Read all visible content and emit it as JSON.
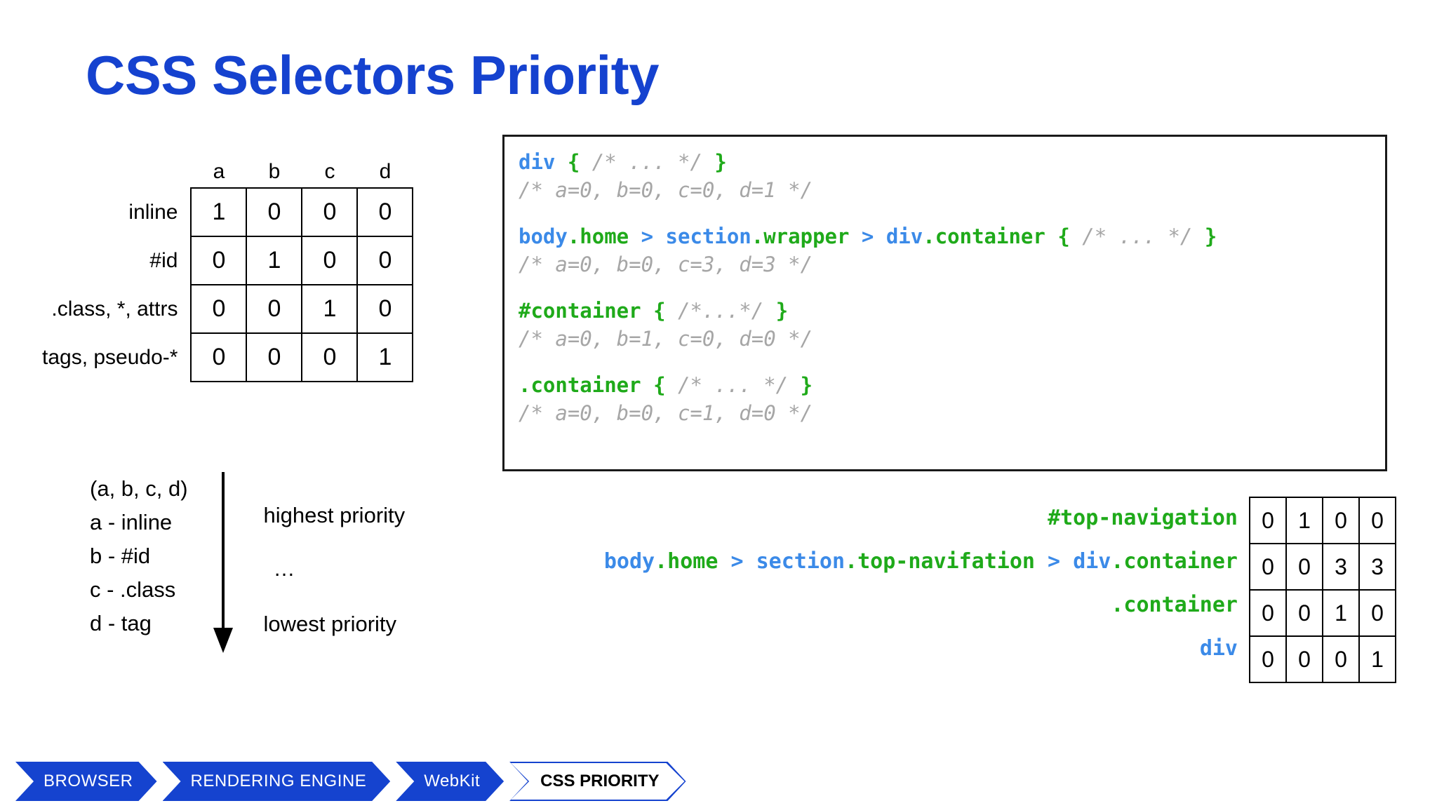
{
  "title": "CSS Selectors Priority",
  "matrix": {
    "column_headers": [
      "a",
      "b",
      "c",
      "d"
    ],
    "rows": [
      {
        "label": "inline",
        "values": [
          "1",
          "0",
          "0",
          "0"
        ]
      },
      {
        "label": "#id",
        "values": [
          "0",
          "1",
          "0",
          "0"
        ]
      },
      {
        "label": ".class, *, attrs",
        "values": [
          "0",
          "0",
          "1",
          "0"
        ]
      },
      {
        "label": "tags, pseudo-*",
        "values": [
          "0",
          "0",
          "0",
          "1"
        ]
      }
    ]
  },
  "legend": {
    "keys": [
      "(a, b, c, d)",
      "a - inline",
      "b - #id",
      "c - .class",
      "d - tag"
    ],
    "highest": "highest priority",
    "middle": "…",
    "lowest": "lowest priority"
  },
  "code": {
    "blocks": [
      {
        "selector_tokens": [
          {
            "text": "div",
            "type": "tag"
          },
          {
            "text": " ",
            "type": "plain"
          },
          {
            "text": "{",
            "type": "brace"
          },
          {
            "text": " /* ... */ ",
            "type": "comment"
          },
          {
            "text": "}",
            "type": "brace"
          }
        ],
        "note": "/* a=0, b=0, c=0, d=1 */"
      },
      {
        "selector_tokens": [
          {
            "text": "body",
            "type": "tag"
          },
          {
            "text": ".home",
            "type": "class"
          },
          {
            "text": " > ",
            "type": "comb"
          },
          {
            "text": "section",
            "type": "tag"
          },
          {
            "text": ".wrapper",
            "type": "class"
          },
          {
            "text": " > ",
            "type": "comb"
          },
          {
            "text": "div",
            "type": "tag"
          },
          {
            "text": ".container",
            "type": "class"
          },
          {
            "text": " ",
            "type": "plain"
          },
          {
            "text": "{",
            "type": "brace"
          },
          {
            "text": " /* ... */ ",
            "type": "comment"
          },
          {
            "text": "}",
            "type": "brace"
          }
        ],
        "note": "/* a=0, b=0, c=3, d=3 */"
      },
      {
        "selector_tokens": [
          {
            "text": "#container",
            "type": "id"
          },
          {
            "text": " ",
            "type": "plain"
          },
          {
            "text": "{",
            "type": "brace"
          },
          {
            "text": " /*...*/ ",
            "type": "comment"
          },
          {
            "text": "}",
            "type": "brace"
          }
        ],
        "note": "/* a=0, b=1, c=0, d=0 */"
      },
      {
        "selector_tokens": [
          {
            "text": ".container",
            "type": "class"
          },
          {
            "text": " ",
            "type": "plain"
          },
          {
            "text": "{",
            "type": "brace"
          },
          {
            "text": " /* ... */ ",
            "type": "comment"
          },
          {
            "text": "}",
            "type": "brace"
          }
        ],
        "note": "/* a=0, b=0, c=1, d=0 */"
      }
    ]
  },
  "example": {
    "rows": [
      {
        "selector_tokens": [
          {
            "text": "#top-navigation",
            "type": "id"
          }
        ],
        "values": [
          "0",
          "1",
          "0",
          "0"
        ]
      },
      {
        "selector_tokens": [
          {
            "text": "body",
            "type": "tag"
          },
          {
            "text": ".home",
            "type": "class"
          },
          {
            "text": " > ",
            "type": "comb"
          },
          {
            "text": "section",
            "type": "tag"
          },
          {
            "text": ".top-navifation",
            "type": "class"
          },
          {
            "text": " > ",
            "type": "comb"
          },
          {
            "text": "div",
            "type": "tag"
          },
          {
            "text": ".container",
            "type": "class"
          }
        ],
        "values": [
          "0",
          "0",
          "3",
          "3"
        ]
      },
      {
        "selector_tokens": [
          {
            "text": ".container",
            "type": "class"
          }
        ],
        "values": [
          "0",
          "0",
          "1",
          "0"
        ]
      },
      {
        "selector_tokens": [
          {
            "text": "div",
            "type": "tag"
          }
        ],
        "values": [
          "0",
          "0",
          "0",
          "1"
        ]
      }
    ]
  },
  "breadcrumb": [
    {
      "label": "BROWSER",
      "style": "filled"
    },
    {
      "label": "RENDERING ENGINE",
      "style": "filled"
    },
    {
      "label": "WebKit",
      "style": "filled"
    },
    {
      "label": "CSS PRIORITY",
      "style": "outline"
    }
  ],
  "colors": {
    "title_blue": "#1542cf",
    "tag_blue": "#3b8ae8",
    "class_green": "#1faa1a",
    "comment_gray": "#a6a6a6",
    "crumb_blue": "#1543cf"
  }
}
